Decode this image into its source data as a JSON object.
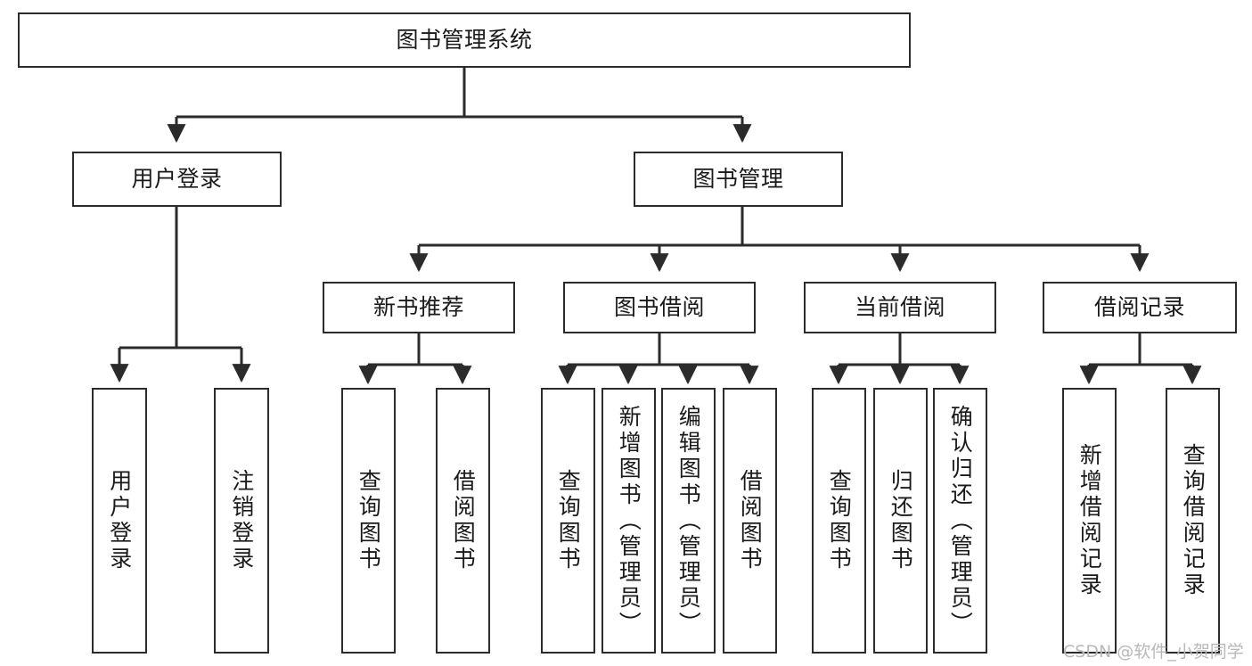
{
  "diagram": {
    "title": "图书管理系统",
    "type": "功能结构图",
    "watermark": "CSDN @软件_小贺同学",
    "theme": {
      "background": "#ffffff",
      "box_border": "#2b2b2b",
      "text": "#1a1a1a",
      "line": "#2b2b2b",
      "watermark": "#b8b8b8"
    },
    "root": {
      "id": "root",
      "label": "图书管理系统"
    },
    "level2": [
      {
        "id": "user-login",
        "label": "用户登录"
      },
      {
        "id": "book-manage",
        "label": "图书管理"
      }
    ],
    "level3": [
      {
        "id": "new-book-rec",
        "label": "新书推荐",
        "parent": "book-manage"
      },
      {
        "id": "book-borrow",
        "label": "图书借阅",
        "parent": "book-manage"
      },
      {
        "id": "current-borrow",
        "label": "当前借阅",
        "parent": "book-manage"
      },
      {
        "id": "borrow-record",
        "label": "借阅记录",
        "parent": "book-manage"
      }
    ],
    "leaves": [
      {
        "id": "leaf-user-login",
        "label": "用户登录",
        "parent": "user-login"
      },
      {
        "id": "leaf-logout",
        "label": "注销登录",
        "parent": "user-login"
      },
      {
        "id": "leaf-query-book-1",
        "label": "查询图书",
        "parent": "new-book-rec"
      },
      {
        "id": "leaf-borrow-book-1",
        "label": "借阅图书",
        "parent": "new-book-rec"
      },
      {
        "id": "leaf-query-book-2",
        "label": "查询图书",
        "parent": "book-borrow"
      },
      {
        "id": "leaf-add-book",
        "label": "新增图书（管理员）",
        "parent": "book-borrow"
      },
      {
        "id": "leaf-edit-book",
        "label": "编辑图书（管理员）",
        "parent": "book-borrow"
      },
      {
        "id": "leaf-borrow-book-2",
        "label": "借阅图书",
        "parent": "book-borrow"
      },
      {
        "id": "leaf-query-book-3",
        "label": "查询图书",
        "parent": "current-borrow"
      },
      {
        "id": "leaf-return-book",
        "label": "归还图书",
        "parent": "current-borrow"
      },
      {
        "id": "leaf-confirm-return",
        "label": "确认归还（管理员）",
        "parent": "current-borrow"
      },
      {
        "id": "leaf-add-record",
        "label": "新增借阅记录",
        "parent": "borrow-record"
      },
      {
        "id": "leaf-query-record",
        "label": "查询借阅记录",
        "parent": "borrow-record"
      }
    ]
  }
}
